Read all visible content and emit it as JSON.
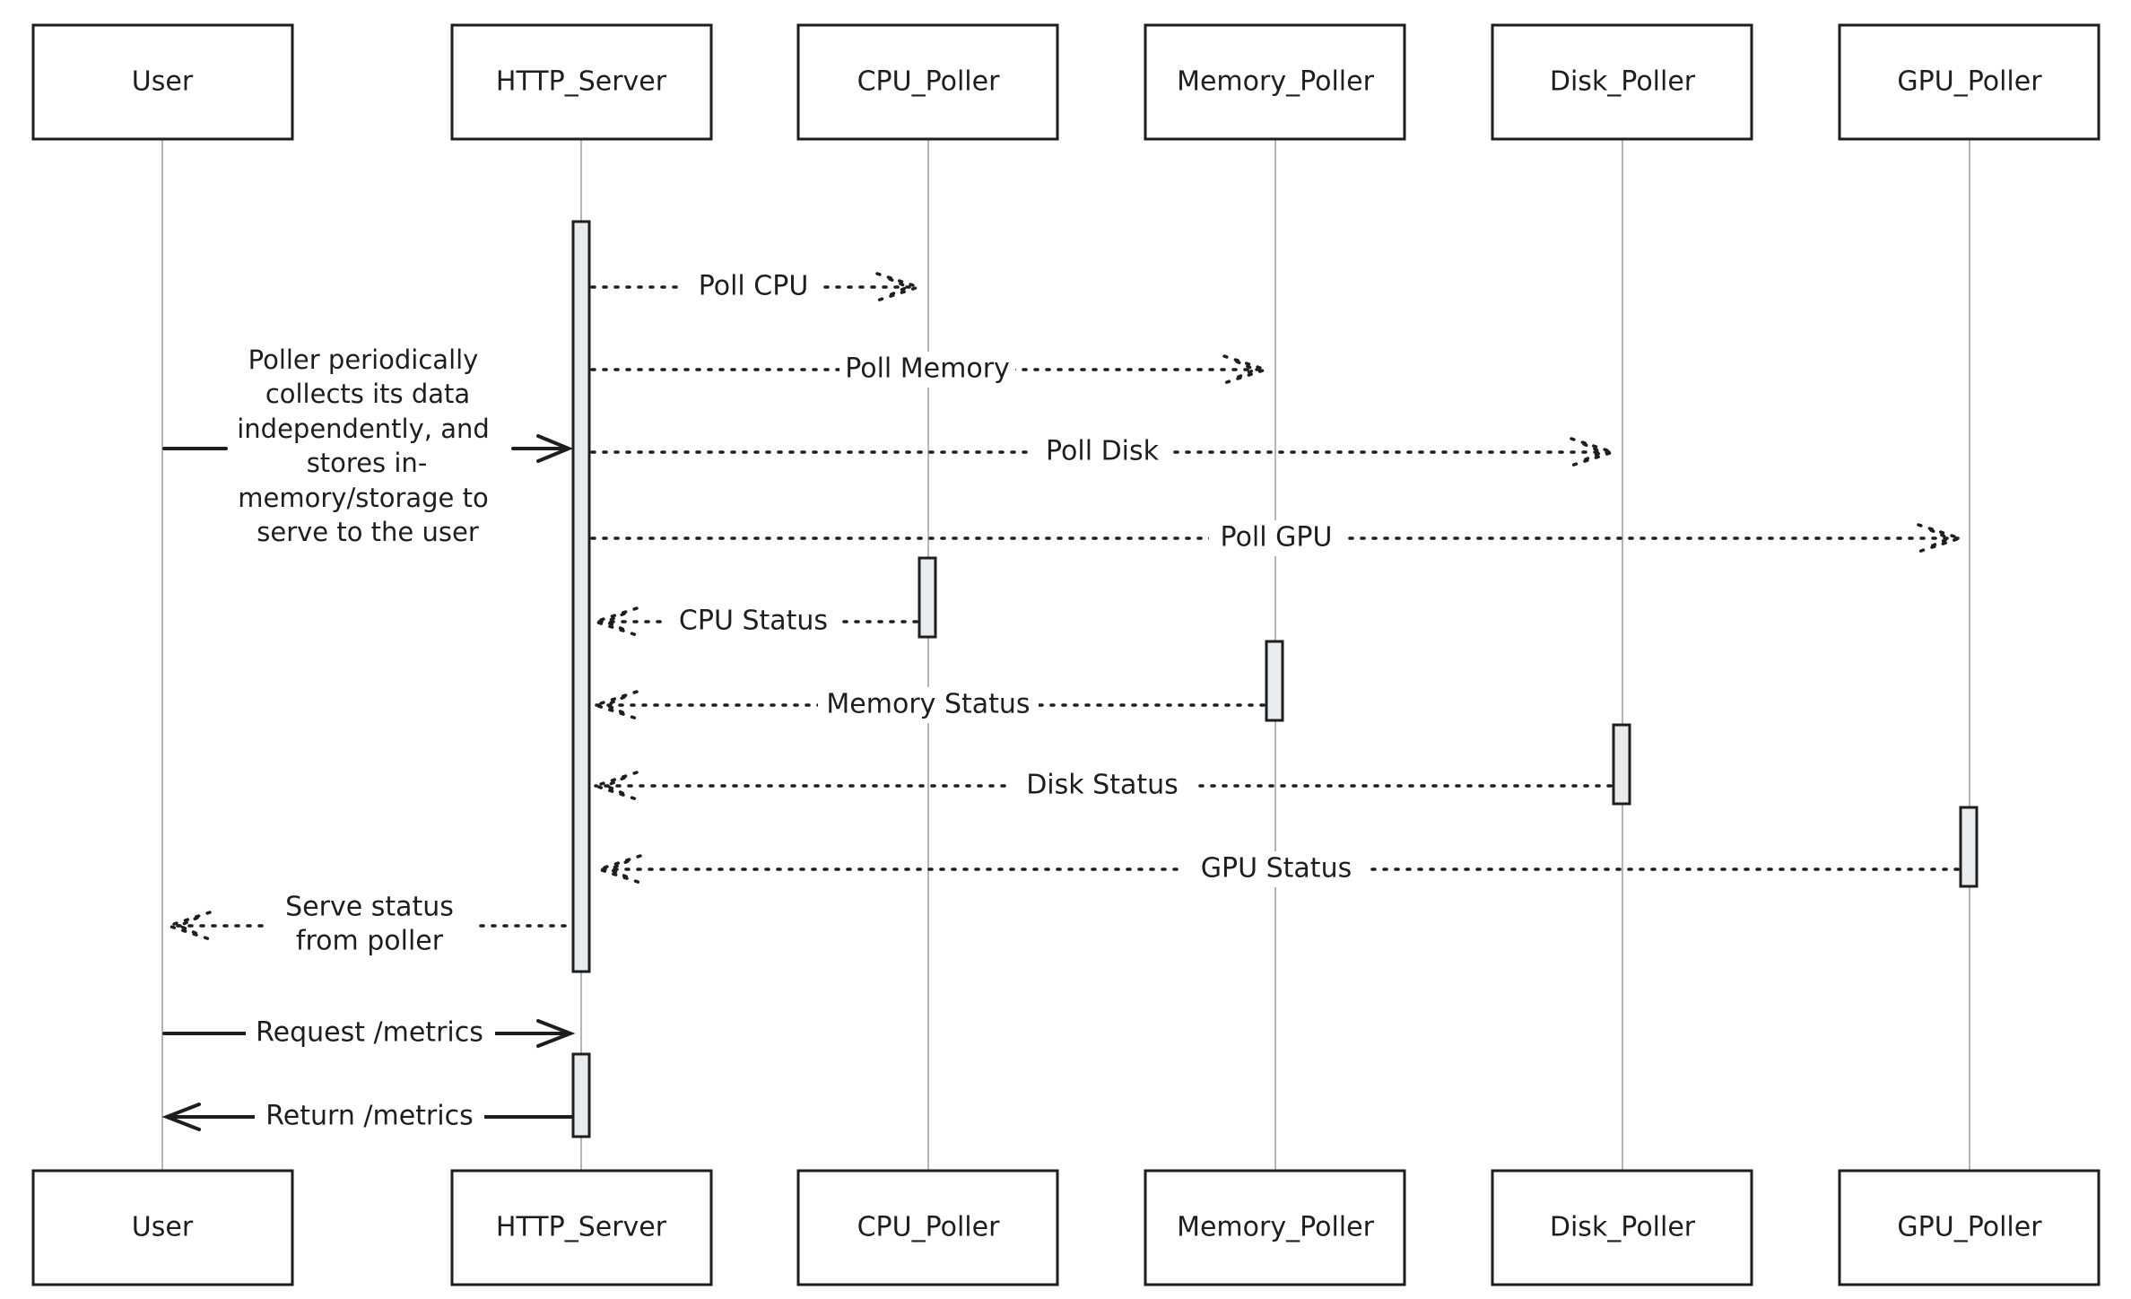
{
  "participants": [
    "User",
    "HTTP_Server",
    "CPU_Poller",
    "Memory_Poller",
    "Disk_Poller",
    "GPU_Poller"
  ],
  "note": {
    "lines": [
      "Poller periodically",
      "collects its data",
      "independently, and",
      "stores in-",
      "memory/storage to",
      "serve to the user"
    ]
  },
  "messages": [
    {
      "label": "Poll CPU",
      "from": 1,
      "to": 2,
      "style": "dotted"
    },
    {
      "label": "Poll Memory",
      "from": 1,
      "to": 3,
      "style": "dotted"
    },
    {
      "label": "Poll Disk",
      "from": 1,
      "to": 4,
      "style": "dotted"
    },
    {
      "label": "Poll GPU",
      "from": 1,
      "to": 5,
      "style": "dotted"
    },
    {
      "label": "CPU Status",
      "from": 2,
      "to": 1,
      "style": "dotted"
    },
    {
      "label": "Memory Status",
      "from": 3,
      "to": 1,
      "style": "dotted"
    },
    {
      "label": "Disk Status",
      "from": 4,
      "to": 1,
      "style": "dotted"
    },
    {
      "label": "GPU Status",
      "from": 5,
      "to": 1,
      "style": "dotted"
    },
    {
      "label": [
        "Serve status",
        "from poller"
      ],
      "from": 1,
      "to": 0,
      "style": "dotted"
    },
    {
      "label": "Request /metrics",
      "from": 0,
      "to": 1,
      "style": "solid"
    },
    {
      "label": "Return /metrics",
      "from": 1,
      "to": 0,
      "style": "solid"
    }
  ],
  "colors": {
    "stroke": "#1e1e1e",
    "lifeline": "#b5b5b5",
    "activation": "#e9ecef",
    "background": "#ffffff"
  }
}
